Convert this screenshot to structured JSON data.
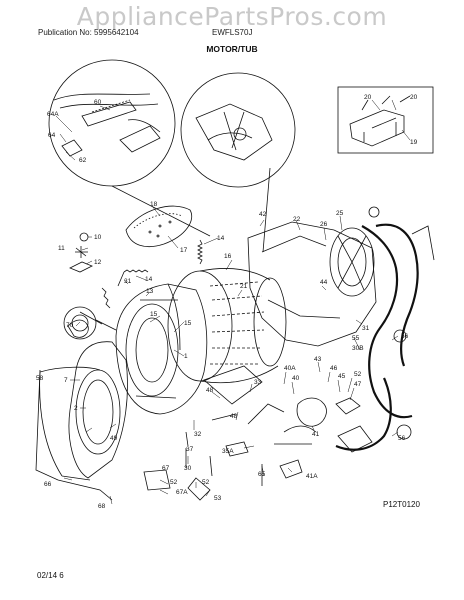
{
  "watermark": "AppliancePartsPros.com",
  "publication": "Publication No: 5995642104",
  "model": "EWFLS70J",
  "section_title": "MOTOR/TUB",
  "drawing_code": "P12T0120",
  "date": "02/14 6",
  "callouts": {
    "c60": "60",
    "c64A": "64A",
    "c64": "64",
    "c62": "62",
    "c20": "20",
    "c19": "19",
    "c18": "18",
    "c17": "17",
    "c10": "10",
    "c11": "11",
    "c12": "12",
    "c14a": "14",
    "c14b": "14",
    "c31a": "31",
    "c13": "13",
    "c70": "70",
    "c42": "42",
    "c22": "22",
    "c26": "26",
    "c25": "25",
    "c16": "16",
    "c21": "21",
    "c44": "44",
    "c15a": "15",
    "c15b": "15",
    "c1": "1",
    "c7": "7",
    "c2": "2",
    "c48a": "48",
    "c33": "33",
    "c40A": "40A",
    "c40": "40",
    "c43": "43",
    "c46": "46",
    "c45": "45",
    "c52a": "52",
    "c47": "47",
    "c49": "49",
    "c32": "32",
    "c48b": "48",
    "c41": "41",
    "c30B": "30B",
    "c31b": "31",
    "c55": "55",
    "c56a": "56",
    "c56b": "56",
    "c37": "37",
    "c30": "30",
    "c35A": "35A",
    "c65": "65",
    "c41A": "41A",
    "c67": "67",
    "c67A": "67A",
    "c52b": "52",
    "c52c": "52",
    "c53": "53",
    "c66": "66",
    "c68": "68",
    "c58": "58"
  }
}
